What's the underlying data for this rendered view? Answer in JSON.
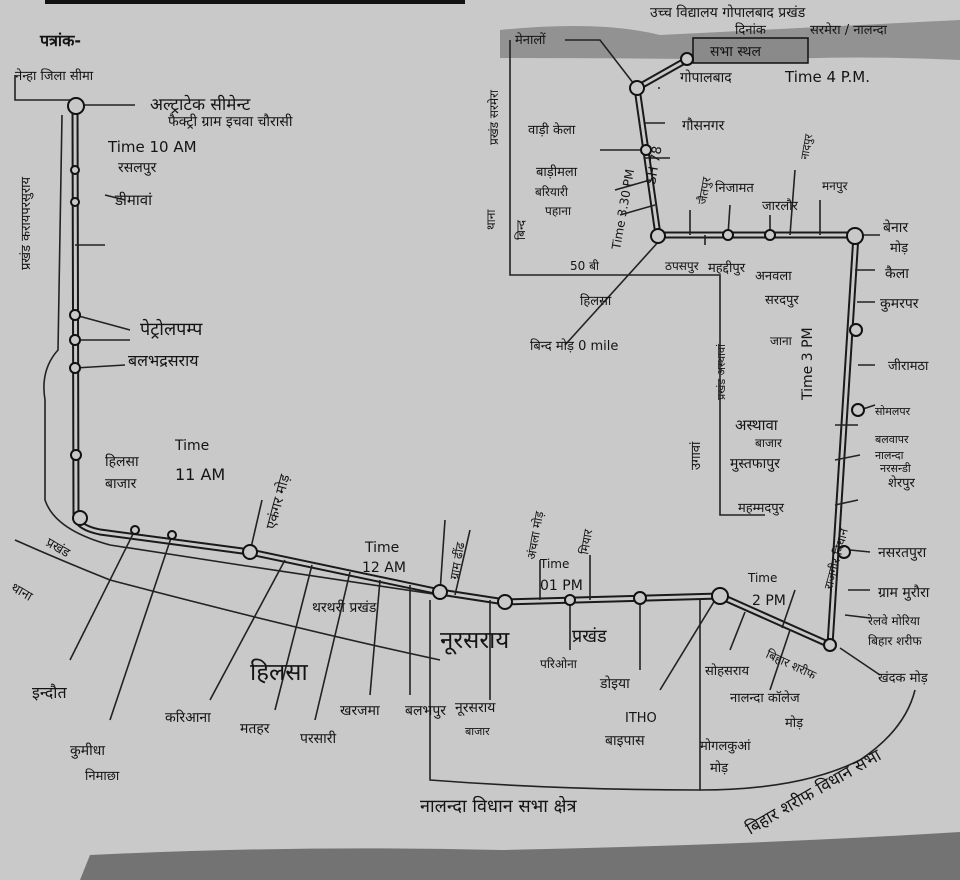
{
  "header": {
    "ref_label": "पत्रांक-",
    "venue_line1": "उच्च विद्यालय गोपालबाद प्रखंड",
    "date_label": "दिनांक",
    "venue_line2": "सरमेरा / नालन्दा",
    "meeting_place": "सभा स्थल"
  },
  "labels": {
    "district_border": "नेन्हा जिला सीमा",
    "cement1": "अल्ट्राटेक सीमेन्ट",
    "cement2": "फैक्ट्री ग्राम इचवा चौरासी",
    "t10": "Time 10 AM",
    "rasalpur": "रसलपुर",
    "dimawan": "डीमावां",
    "block_left": "प्रखंड करायपरसुराय",
    "petrol": "पेट्रोलपम्प",
    "balbhadra": "बलभद्रसराय",
    "hilsa_bazar1": "हिलसा",
    "hilsa_bazar2": "बाजार",
    "t11a": "Time",
    "t11b": "11 AM",
    "ekangar": "एकंगर मोड़",
    "block_hilsa": "प्रखंड",
    "thana": "थाना",
    "indaut": "इन्दौत",
    "kumidha1": "कुमीधा",
    "kumidha2": "निमाछा",
    "karimana": "करिआना",
    "matahar": "मतहर",
    "parsari": "परसारी",
    "kharjama": "खरजमा",
    "balabhpur": "बलभपुर",
    "bilsa": "हिलसा",
    "tharthari": "थरथरी प्रखंड",
    "t12a": "Time",
    "t12b": "12 AM",
    "gram_dindh": "ग्राम ढींढ",
    "noorsarai": "नूरसराय",
    "prakhand": "प्रखंड",
    "noor_bazar1": "नूरसराय",
    "noor_bazar2": "बाजार",
    "pariona": "परिओना",
    "doiya": "डोइया",
    "itho1": "ITHO",
    "itho2": "बाइपास",
    "t1a": "Time",
    "t1b": "01 PM",
    "anchala": "अंचला मोड़",
    "miyar": "मियार",
    "nalanda_seat": "नालन्दा विधान सभा क्षेत्र",
    "biharsharif_seat": "बिहार शरीफ विधान सभा",
    "t2a": "Time",
    "t2b": "2 PM",
    "sohsarai": "सोहसराय",
    "nalanda_college1": "नालन्दा कॉलेज",
    "nalanda_college2": "मोड़",
    "mogalkuan1": "मोगलकुआं",
    "mogalkuan2": "मोड़",
    "bihar_sharif": "बिहार शरीफ",
    "khandak": "खंदक मोड़",
    "railway1": "रेलवे मोरिया",
    "railway2": "बिहार शरीफ",
    "muraura": "ग्राम मुरौरा",
    "nasratpura": "नसरतपुरा",
    "rajgir_seat": "राजगीर विधान",
    "sherpur": "शेरपुर",
    "narsandi": "नरसन्डी",
    "nalanda_v": "नालन्दा",
    "balwapar": "बलवापर",
    "somalpar": "सोमलपर",
    "t3": "Time 3 PM",
    "asthawan1": "अस्थावा",
    "asthawan2": "बाजार",
    "mustafapur": "मुस्तफापुर",
    "mahammadpur": "महम्मदपुर",
    "jana": "जाना",
    "asthawan_block": "प्रखंड अस्थावां",
    "jiramatha": "जीरामठा",
    "kumrapar": "कुमरपर",
    "kaila": "कैला",
    "benar1": "बेनार",
    "benar2": "मोड़",
    "anwala": "अनवला",
    "sardpur": "सरदपुर",
    "thapaspur": "ठपसपुर",
    "mahddipur": "महद्दीपुर",
    "jaipur": "जैतपुर",
    "nizamat": "निजामत",
    "jarlaur": "जारलौर",
    "nadpur": "नादपुर",
    "manpur": "मनपुर",
    "sh78": "SH 78",
    "t330": "Time 3.30 PM",
    "gopalbad": "गोपालबाद",
    "t4": "Time 4 P.M.",
    "menalon": "मेनालों",
    "gausnagar": "गौसनगर",
    "wadikela": "वाड़ी केला",
    "badimala": "बाड़ीमला",
    "bariyari": "बरियारी",
    "pahana": "पहाना",
    "sarmera_block": "प्रखंड सरमेरा",
    "bind": "बिन्द",
    "thana2": "थाना",
    "fifty": "50 बी",
    "hilsa_box": "हिलसा",
    "bind_mod": "बिन्द मोड़ 0 mile",
    "ugawan": "उगावां"
  },
  "colors": {
    "paper": "#c9c9c9",
    "ink": "#141414",
    "smudge": "#6e6e6e"
  }
}
